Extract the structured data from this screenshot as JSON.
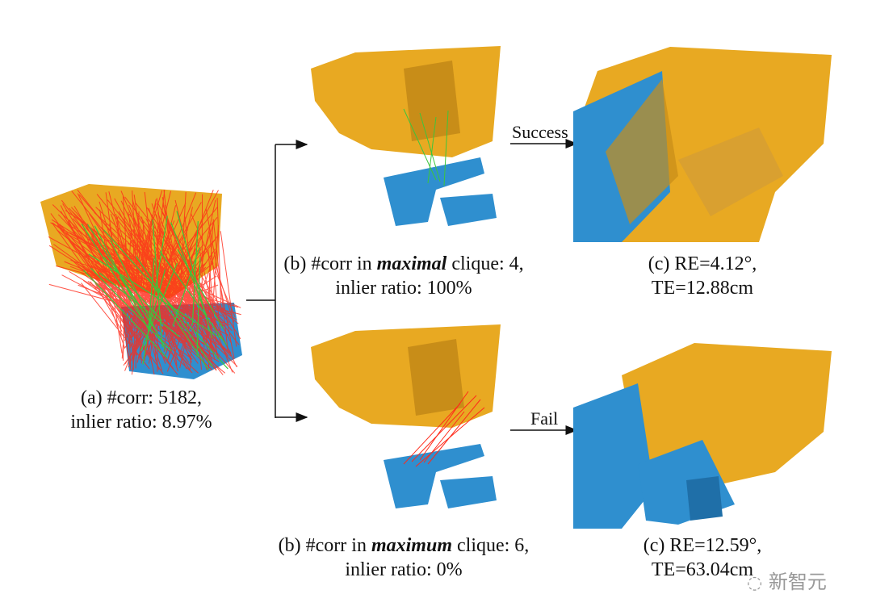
{
  "panel_a": {
    "line1": "(a) #corr: 5182,",
    "line2": "inlier ratio: 8.97%"
  },
  "panel_b_top": {
    "prefix": "(b) #corr in ",
    "emph": "maximal",
    "suffix": " clique: 4,",
    "line2": "inlier ratio: 100%"
  },
  "panel_c_top": {
    "line1": "(c) RE=4.12°,",
    "line2": "TE=12.88cm"
  },
  "panel_b_bottom": {
    "prefix": "(b) #corr in ",
    "emph": "maximum",
    "suffix": " clique: 6,",
    "line2": "inlier ratio: 0%"
  },
  "panel_c_bottom": {
    "line1": "(c) RE=12.59°,",
    "line2": "TE=63.04cm"
  },
  "arrows": {
    "success": "Success",
    "fail": "Fail"
  },
  "watermark": "新智元",
  "colors": {
    "source": "#e8a922",
    "target": "#2f8fcf",
    "outlier": "#ff2a1a",
    "inlier": "#3cc63c"
  }
}
